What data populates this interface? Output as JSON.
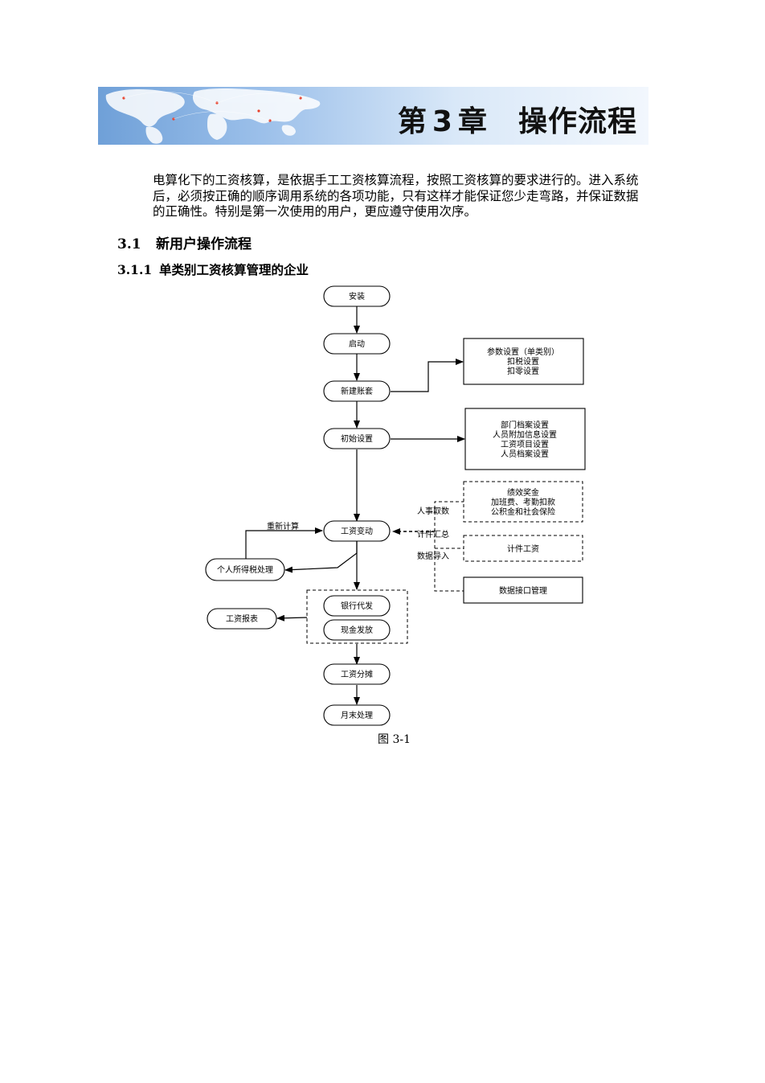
{
  "chapter": {
    "prefix": "第",
    "number": "3",
    "suffix": "章",
    "title": "操作流程"
  },
  "intro": "电算化下的工资核算，是依据手工工资核算流程，按照工资核算的要求进行的。进入系统后，必须按正确的顺序调用系统的各项功能，只有这样才能保证您少走弯路，并保证数据的正确性。特别是第一次使用的用户，更应遵守使用次序。",
  "section": {
    "number": "3.1",
    "title": "新用户操作流程"
  },
  "subsection": {
    "number": "3.1.1",
    "title": "单类别工资核算管理的企业"
  },
  "flowchart": {
    "install": "安装",
    "start": "启动",
    "new_account": "新建账套",
    "init_setup": "初始设置",
    "param_box": [
      "参数设置（单类别）",
      "扣税设置",
      "扣零设置"
    ],
    "init_box": [
      "部门档案设置",
      "人员附加信息设置",
      "工资项目设置",
      "人员档案设置"
    ],
    "salary_change": "工资变动",
    "recalc": "重新计算",
    "income_tax": "个人所得税处理",
    "bank_pay": "银行代发",
    "cash_pay": "现金发放",
    "salary_report": "工资报表",
    "salary_allocation": "工资分摊",
    "month_end": "月末处理",
    "bonus_box": [
      "绩效奖金",
      "加班费、考勤扣款",
      "公积金和社会保险"
    ],
    "piece_wage": "计件工资",
    "data_interface": "数据接口管理",
    "hr_fetch": "人事取数",
    "piece_summary": "计件汇总",
    "data_import": "数据导入"
  },
  "caption": "图 3-1"
}
